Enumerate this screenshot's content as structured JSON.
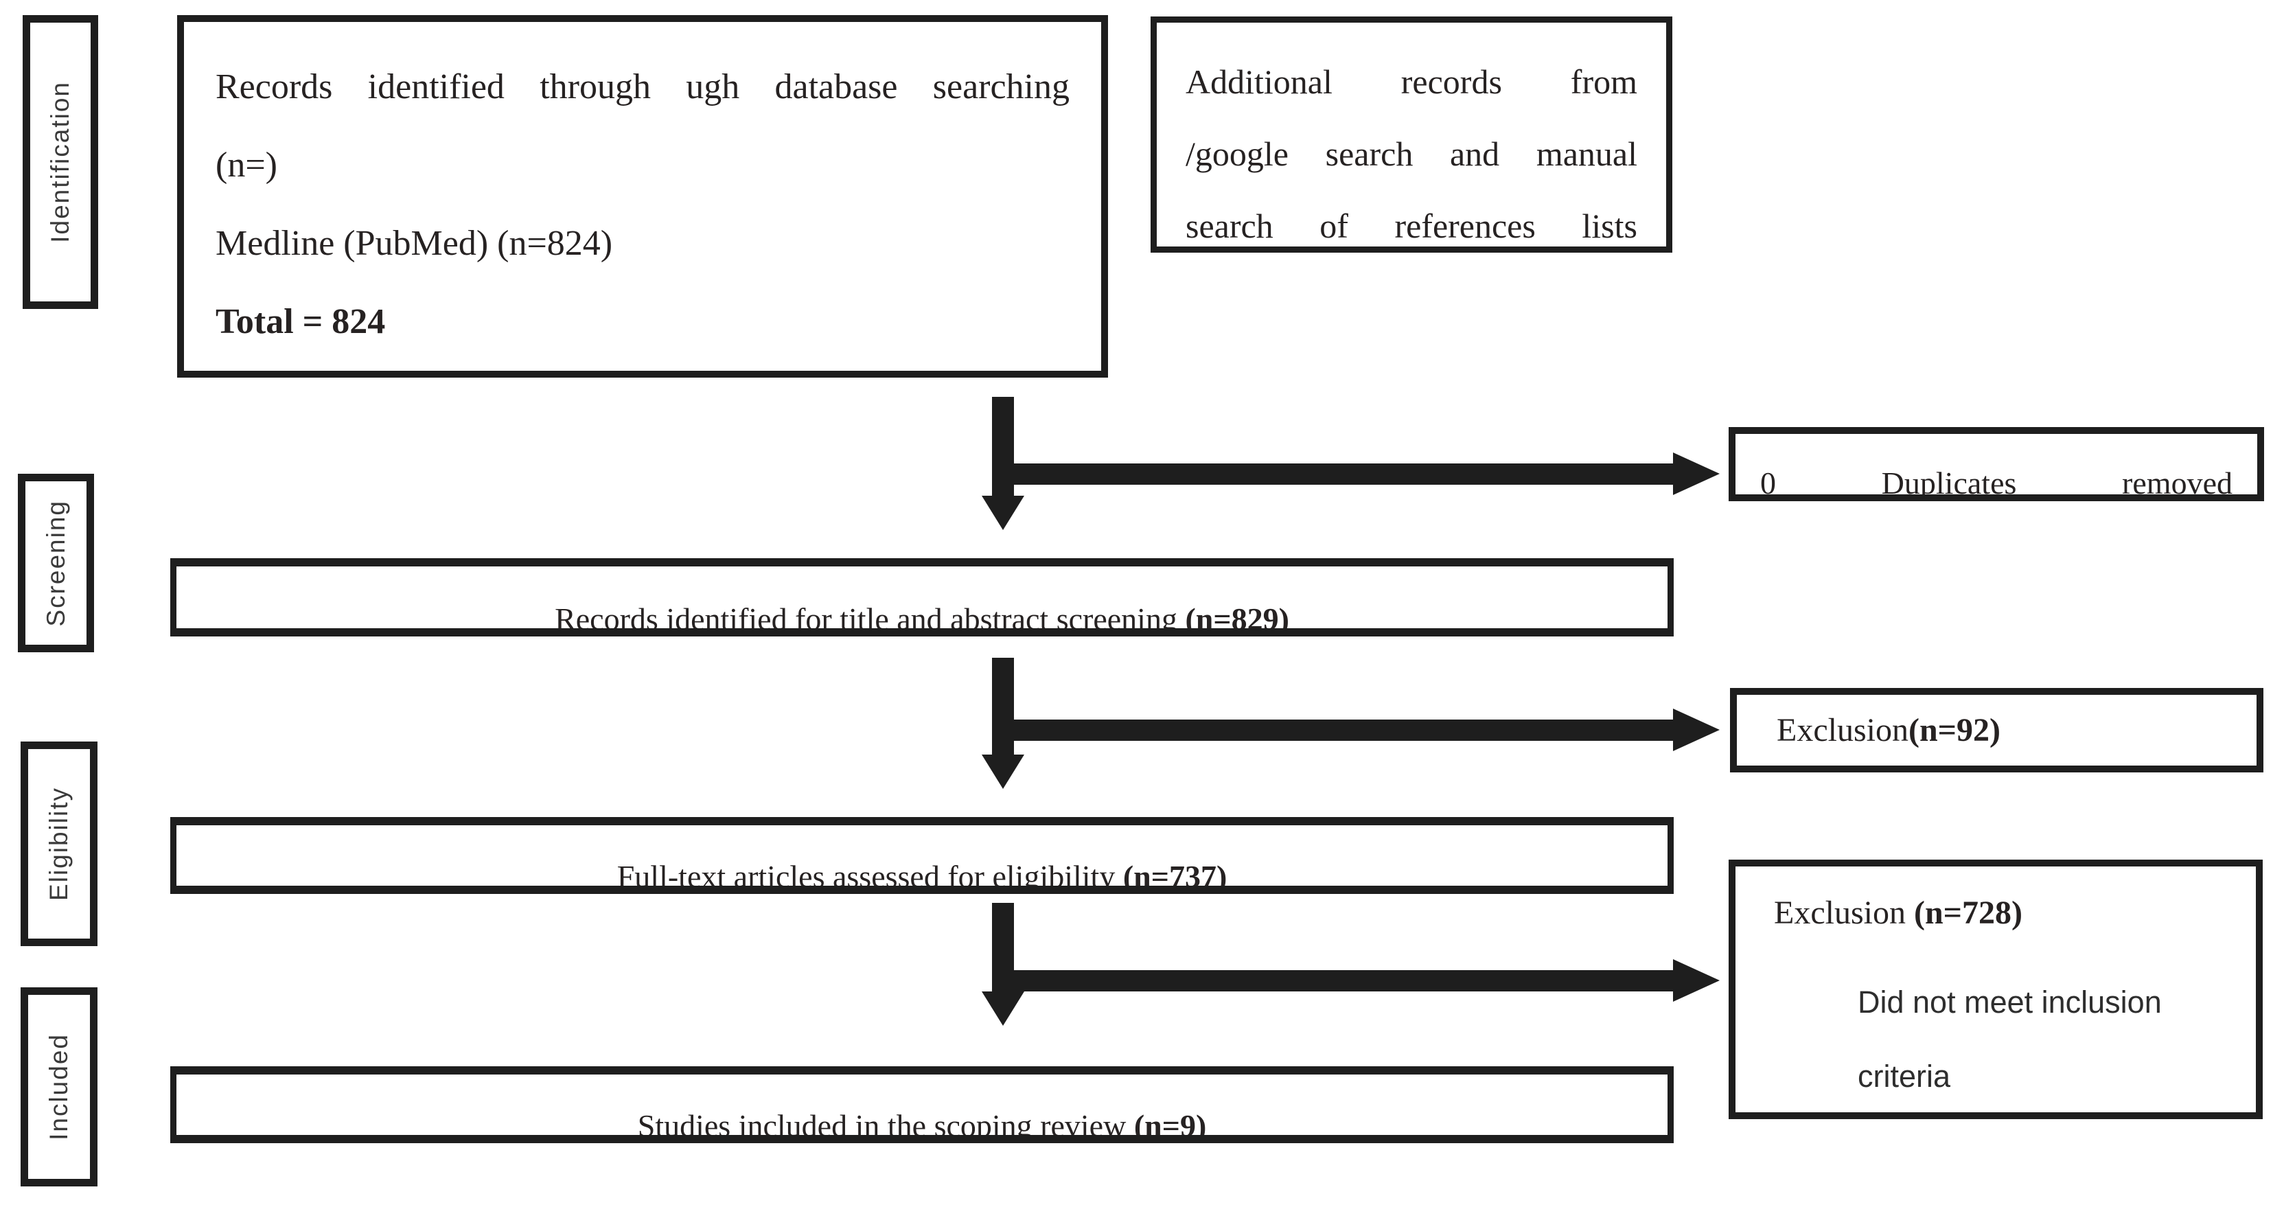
{
  "diagram": {
    "colors": {
      "ink": "#1e1e1e",
      "background": "#ffffff"
    },
    "stages": [
      {
        "label": "Identification"
      },
      {
        "label": "Screening"
      },
      {
        "label": "Eligibility"
      },
      {
        "label": "Included"
      }
    ],
    "identification": {
      "records_box": {
        "line1": "Records identified through ugh database searching",
        "line2": "(n=)",
        "line3": "Medline (PubMed) (n=824)",
        "total": "Total = 824"
      },
      "additional_box": {
        "line1": "Additional records from",
        "line2": "/google search and manual",
        "line3": "search of references lists"
      }
    },
    "screening": {
      "duplicates_box": {
        "text": "0 Duplicates removed"
      },
      "title_abstract_banner": {
        "text": "Records identified for title and abstract screening ",
        "count": "(n=829)"
      },
      "exclusion_box": {
        "text": "Exclusion ",
        "count": "(n=92)"
      }
    },
    "eligibility": {
      "fulltext_banner": {
        "text": "Full-text articles assessed for eligibility ",
        "count": "(n=737)"
      },
      "exclusion_box": {
        "text": "Exclusion ",
        "count": "(n=728)",
        "reason_line1": "Did not meet inclusion",
        "reason_line2": "criteria"
      }
    },
    "included": {
      "included_banner": {
        "text": "Studies included in the scoping review ",
        "count": "(n=9)"
      }
    }
  }
}
